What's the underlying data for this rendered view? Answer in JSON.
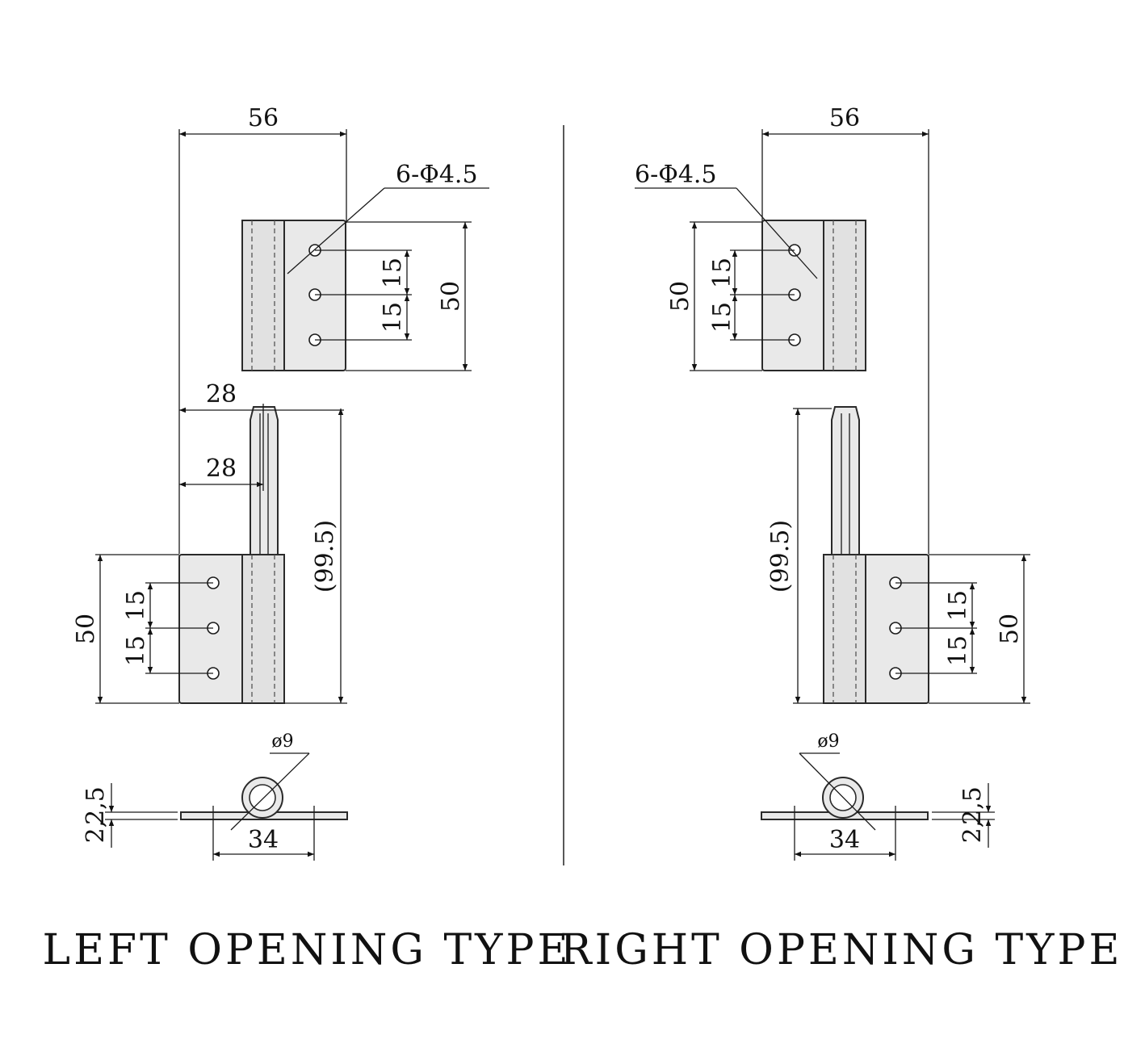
{
  "drawing": {
    "left_view": {
      "title": "LEFT OPENING TYPE",
      "width_total": "56",
      "hole_callout": "6-Φ4.5",
      "hole_spacing_1": "15",
      "hole_spacing_2": "15",
      "leaf_height": "50",
      "pin_offset_1": "28",
      "pin_offset_2": "28",
      "overall_height": "(99.5)",
      "lower_leaf_height": "50",
      "lower_spacing_1": "15",
      "lower_spacing_2": "15",
      "knuckle_diameter": "ø9",
      "thickness_1": "2,5",
      "thickness_2": "2,",
      "hole_span": "34"
    },
    "right_view": {
      "title": "RIGHT OPENING TYPE",
      "width_total": "56",
      "hole_callout": "6-Φ4.5",
      "hole_spacing_1": "15",
      "hole_spacing_2": "15",
      "leaf_height": "50",
      "overall_height": "(99.5)",
      "lower_leaf_height": "50",
      "lower_spacing_1": "15",
      "lower_spacing_2": "15",
      "knuckle_diameter": "ø9",
      "thickness_1": "2,5",
      "thickness_2": "2,",
      "hole_span": "34"
    }
  }
}
